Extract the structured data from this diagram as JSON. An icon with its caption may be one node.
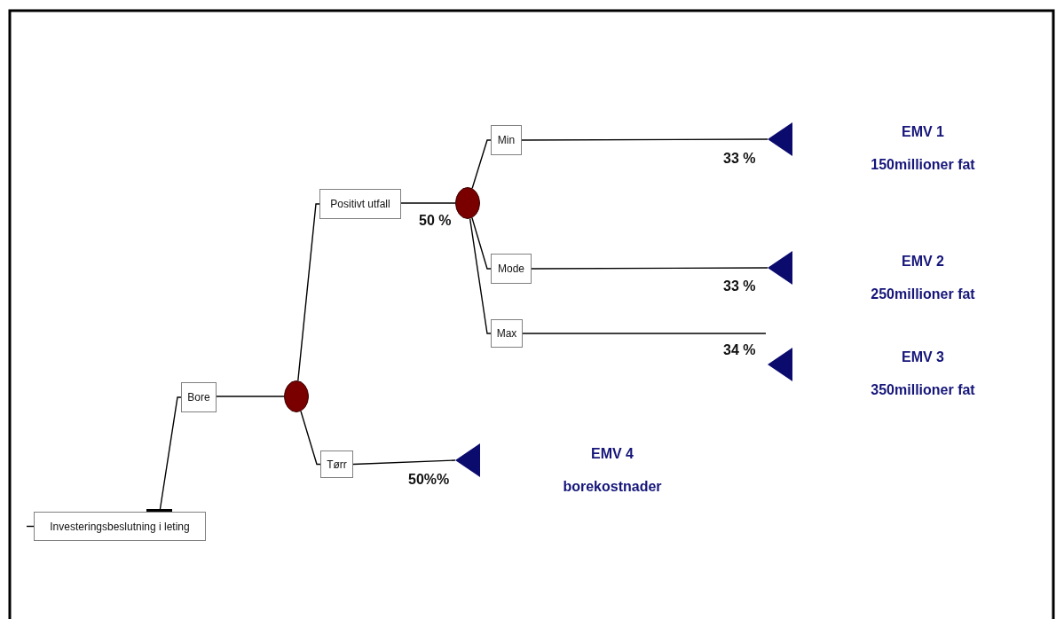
{
  "diagram": {
    "nodes": [
      {
        "text": [
          "Investeringsbeslutning i leting"
        ]
      },
      {
        "text": [
          "Bore"
        ]
      },
      {
        "text": [],
        "shape": "circle"
      },
      {
        "text": [
          "Positivt utfall"
        ]
      },
      {
        "text": [
          "Tørr"
        ]
      },
      {
        "text": [],
        "shape": "circle"
      },
      {
        "text": [
          "Min"
        ]
      },
      {
        "text": [
          "Mode"
        ]
      },
      {
        "text": [
          "Max"
        ]
      },
      {
        "text": [],
        "shape": "triangle",
        "beside": [
          "EMV 1",
          "150millioner fat"
        ]
      },
      {
        "text": [],
        "shape": "triangle",
        "beside": [
          "EMV 2",
          "250millioner fat"
        ]
      },
      {
        "text": [],
        "shape": "triangle",
        "beside": [
          "EMV 3",
          "350millioner fat"
        ]
      },
      {
        "text": [],
        "shape": "triangle",
        "beside": [
          "EMV 4",
          "borekostnader"
        ]
      }
    ],
    "edges": [
      {
        "from": 0,
        "to": 1,
        "arrow": "none"
      },
      {
        "from": 1,
        "to": 2,
        "arrow": "none"
      },
      {
        "from": 2,
        "to": 3,
        "arrow": "none"
      },
      {
        "from": 2,
        "to": 4,
        "arrow": "none"
      },
      {
        "from": 3,
        "to": 5,
        "arrow": "none",
        "label": "50 %"
      },
      {
        "from": 5,
        "to": 6,
        "arrow": "none"
      },
      {
        "from": 5,
        "to": 7,
        "arrow": "none"
      },
      {
        "from": 5,
        "to": 8,
        "arrow": "none"
      },
      {
        "from": 6,
        "to": 9,
        "arrow": "none",
        "label": "33 %"
      },
      {
        "from": 7,
        "to": 10,
        "arrow": "none",
        "label": "33 %"
      },
      {
        "from": 8,
        "to": null,
        "arrow": "none",
        "label": "34 %"
      },
      {
        "from": 4,
        "to": 12,
        "arrow": "none",
        "label": "50%%"
      }
    ]
  }
}
